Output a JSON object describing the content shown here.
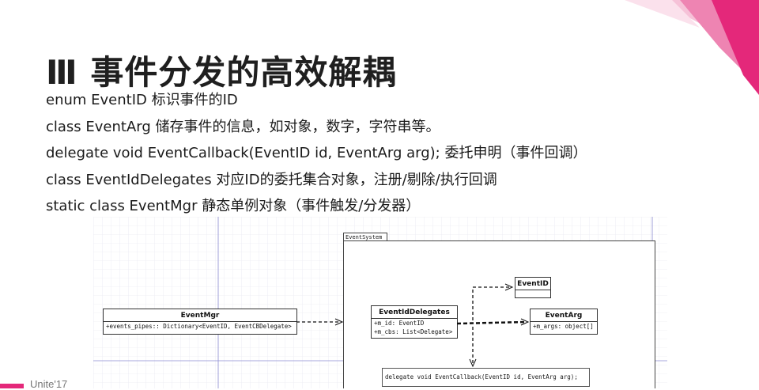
{
  "title": "Ⅲ 事件分发的高效解耦",
  "bullets": [
    "enum EventID 标识事件的ID",
    "class EventArg 储存事件的信息，如对象，数字，字符串等。",
    "delegate void EventCallback(EventID id, EventArg arg); 委托申明（事件回调）",
    "class EventIdDelegates 对应ID的委托集合对象，注册/剔除/执行回调",
    "static class EventMgr 静态单例对象（事件触发/分发器）"
  ],
  "diagram": {
    "package_label": "EventSystem",
    "event_mgr": {
      "name": "EventMgr",
      "attr": "+events_pipes:: Dictionary<EventID, EventCBDelegate>"
    },
    "event_id_delegates": {
      "name": "EventIdDelegates",
      "attrs": [
        "+m_id: EventID",
        "+m_cbs: List<Delegate>"
      ]
    },
    "event_id": {
      "name": "EventID"
    },
    "event_arg": {
      "name": "EventArg",
      "attr": "+m_args: object[]"
    },
    "note": "delegate void EventCallback(EventID id, EventArg arg);"
  },
  "footer": {
    "text": "Unite'17"
  },
  "colors": {
    "accent": "#e4287a",
    "corner_light": "#f2a6c6",
    "corner_mid": "#ea6aa3"
  }
}
